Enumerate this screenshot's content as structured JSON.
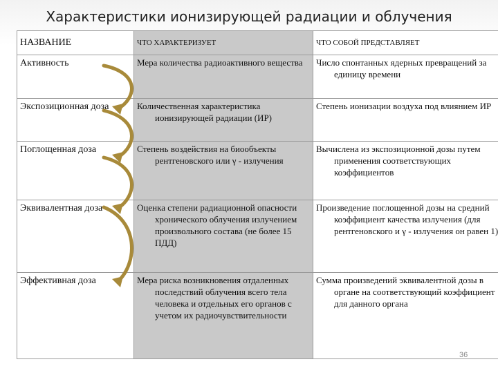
{
  "title": "Характеристики ионизирующей радиации и облучения",
  "table": {
    "headers": [
      "НАЗВАНИЕ",
      "ЧТО ХАРАКТЕРИЗУЕТ",
      "ЧТО СОБОЙ ПРЕДСТАВЛЯЕТ"
    ],
    "rows": [
      {
        "name": "Активность",
        "characterizes": "Мера количества радиоактивного вещества",
        "represents": "Число спонтанных ядерных превращений за единицу времени"
      },
      {
        "name": "Экспозиционная доза",
        "characterizes": "Количественная характеристика ионизирующей радиации (ИР)",
        "represents": "Степень ионизации воздуха под влиянием ИР"
      },
      {
        "name": "Поглощенная доза",
        "characterizes": "Степень воздействия на биообъекты рентгеновского или γ - излучения",
        "represents": "Вычислена из экспозиционной дозы путем применения соответствующих коэффициентов"
      },
      {
        "name": "Эквивалентная доза",
        "characterizes": "Оценка степени радиационной опасности хронического облучения излучением произвольного состава (не более 15 ПДД)",
        "represents": "Произведение поглощенной дозы на средний коэффициент качества излучения (для рентгеновского и γ - излучения он равен 1)"
      },
      {
        "name": "Эффективная доза",
        "characterizes": "Мера риска возникновения отдаленных последствий облучения всего тела человека и отдельных его органов с учетом их радиочувствительности",
        "represents": "Сумма произведений эквивалентной дозы в органе на соответствующий коэффициент для данного органа"
      }
    ]
  },
  "page_number": "36",
  "arrow_color": "#a88a3a"
}
